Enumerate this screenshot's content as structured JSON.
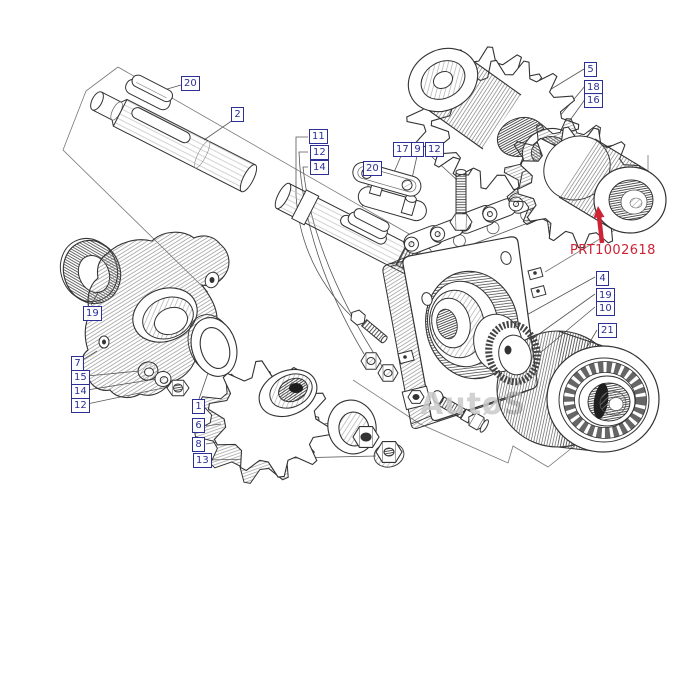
{
  "diagram": {
    "type": "exploded-parts-diagram",
    "callouts": [
      "20",
      "2",
      "11",
      "12",
      "14",
      "17",
      "9",
      "12",
      "20",
      "5",
      "18",
      "16",
      "4",
      "19",
      "10",
      "21",
      "19",
      "7",
      "15",
      "14",
      "12",
      "1",
      "6",
      "8",
      "13"
    ],
    "highlighted_part": {
      "code": "PRT1002618"
    },
    "watermark": "AutøS",
    "colors": {
      "callout_blue": "#2b2f96",
      "highlight_red": "#cd2335",
      "line": "#333333",
      "watermark_gray": "#c9c9c9"
    }
  }
}
